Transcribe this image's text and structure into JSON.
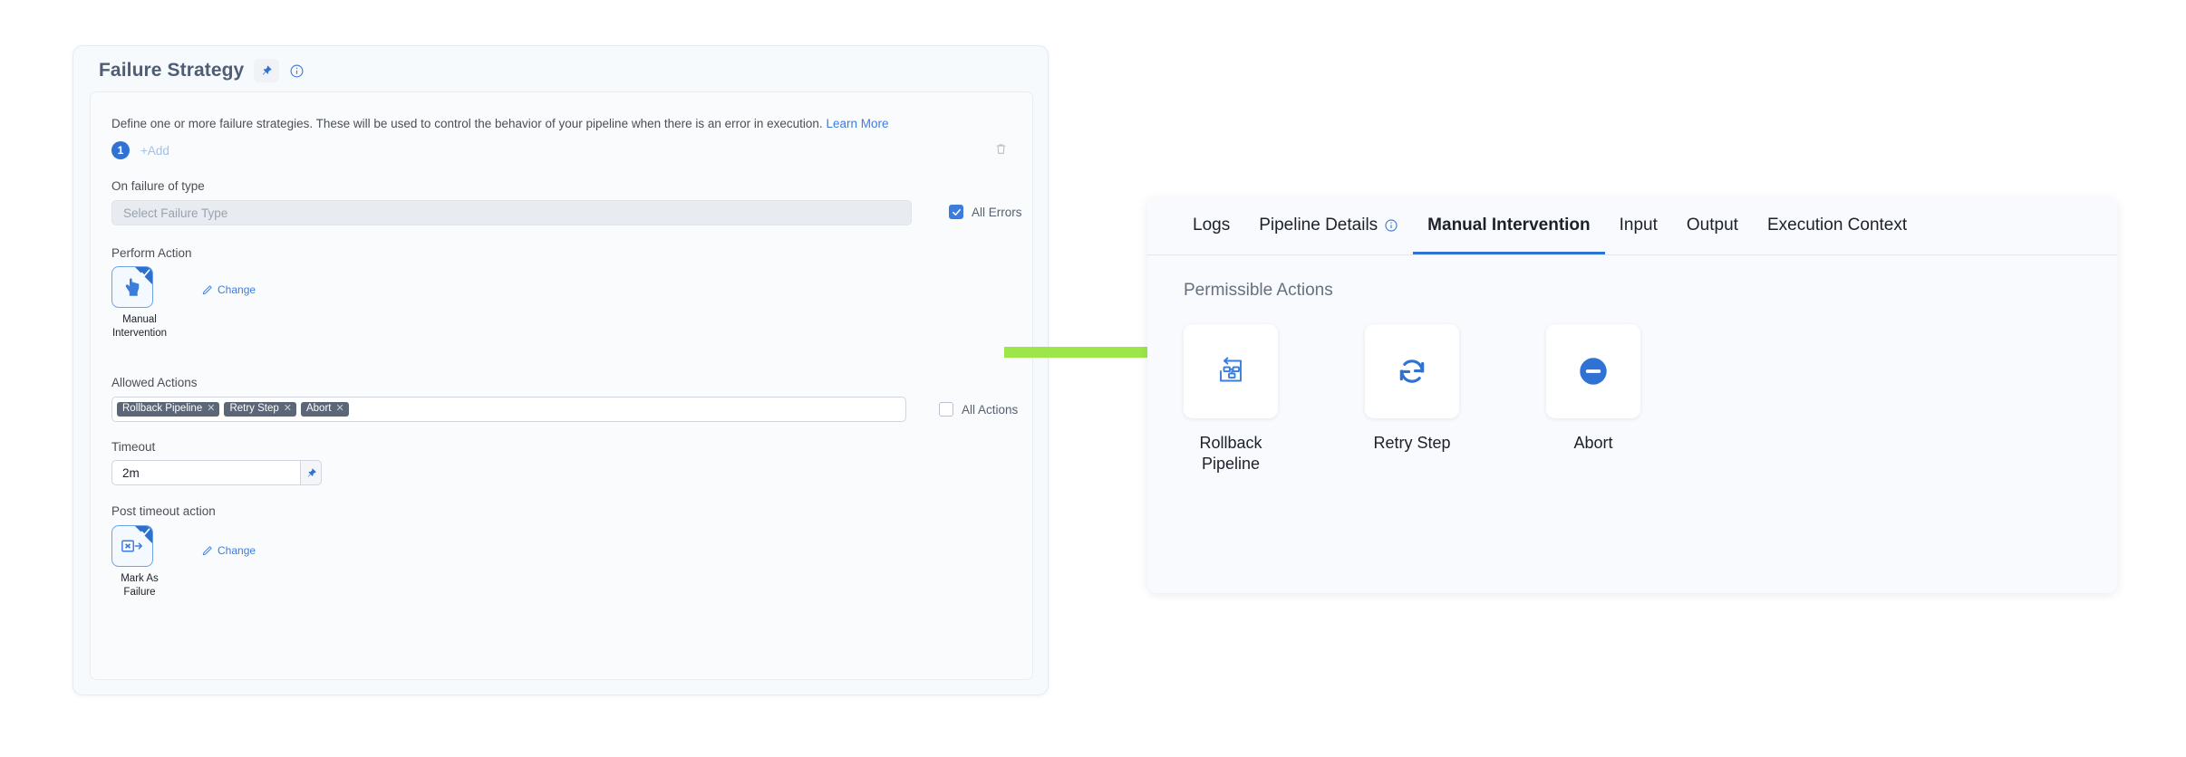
{
  "colors": {
    "accent_blue": "#2f72d4",
    "link_blue": "#3e7be0",
    "tag_slate": "#5b6677",
    "arrow_green": "#9ce64a",
    "panel_bg": "#f8fafd",
    "card_bg": "#f7fafd"
  },
  "failure_strategy": {
    "title": "Failure Strategy",
    "pin_icon": "pin-icon",
    "info_icon": "info-circle-icon",
    "description": "Define one or more failure strategies. These will be used to control the behavior of your pipeline when there is an error in execution.",
    "learn_more": "Learn More",
    "strategy_index": "1",
    "add_label": "+Add",
    "delete_icon": "trash-icon",
    "on_failure": {
      "label": "On failure of type",
      "placeholder": "Select Failure Type",
      "value": "",
      "checkbox_label": "All Errors",
      "checkbox_checked": true
    },
    "perform_action": {
      "label": "Perform Action",
      "tile_caption": "Manual Intervention",
      "tile_icon": "hand-pointer-icon",
      "selected": true,
      "change_label": "Change",
      "change_icon": "pencil-icon"
    },
    "allowed_actions": {
      "label": "Allowed Actions",
      "tags": [
        "Rollback Pipeline",
        "Retry Step",
        "Abort"
      ],
      "tag_remove_icon": "close-x-icon",
      "checkbox_label": "All Actions",
      "checkbox_checked": false
    },
    "timeout": {
      "label": "Timeout",
      "value": "2m",
      "pin_icon": "pin-icon"
    },
    "post_timeout_action": {
      "label": "Post timeout action",
      "tile_caption": "Mark As Failure",
      "tile_icon": "mark-as-failure-icon",
      "selected": true,
      "change_label": "Change",
      "change_icon": "pencil-icon"
    }
  },
  "annotation": {
    "arrow_icon": "green-right-arrow"
  },
  "details_panel": {
    "tabs": [
      {
        "label": "Logs",
        "active": false,
        "has_info_icon": false
      },
      {
        "label": "Pipeline Details",
        "active": false,
        "has_info_icon": true
      },
      {
        "label": "Manual Intervention",
        "active": true,
        "has_info_icon": false
      },
      {
        "label": "Input",
        "active": false,
        "has_info_icon": false
      },
      {
        "label": "Output",
        "active": false,
        "has_info_icon": false
      },
      {
        "label": "Execution Context",
        "active": false,
        "has_info_icon": false
      }
    ],
    "section_title": "Permissible Actions",
    "actions": [
      {
        "label": "Rollback Pipeline",
        "icon": "rollback-pipeline-icon"
      },
      {
        "label": "Retry Step",
        "icon": "retry-refresh-icon"
      },
      {
        "label": "Abort",
        "icon": "abort-minus-circle-icon"
      }
    ]
  }
}
